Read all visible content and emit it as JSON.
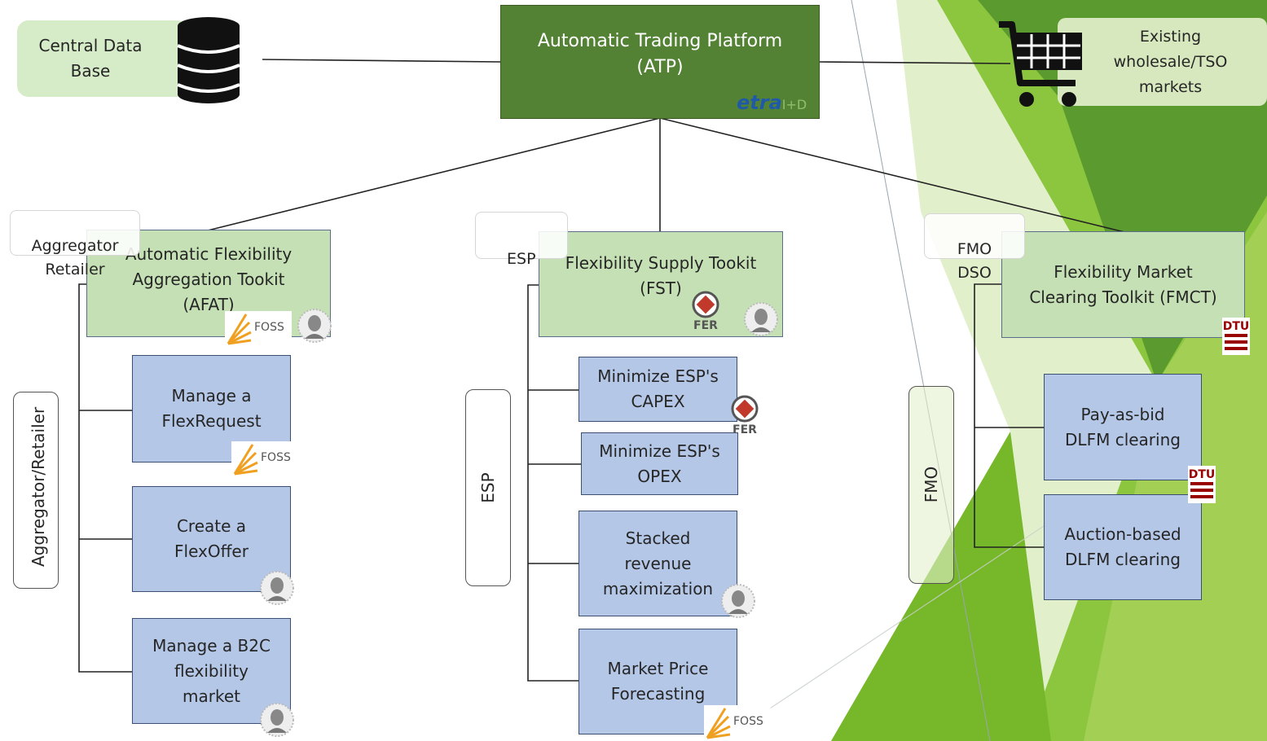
{
  "colors": {
    "root_fill": "#548235",
    "toolkit_fill": "#c5e0b4",
    "task_fill": "#b4c7e7",
    "accent_green": "#76b82a"
  },
  "root": {
    "label": "Automatic Trading Platform\n(ATP)",
    "logo": "etra"
  },
  "central_db": {
    "label": "Central Data\nBase",
    "icon": "database-icon"
  },
  "markets": {
    "label": "Existing\nwholesale/TSO\nmarkets",
    "icon": "shopping-cart-icon"
  },
  "etra_logo": {
    "main": "etra",
    "suffix": "I+D"
  },
  "columns": [
    {
      "role_tag": "Aggregator\nRetailer",
      "side_label": "Aggregator/Retailer",
      "toolkit": "Automatic Flexibility\nAggregation Tookit\n(AFAT)",
      "tasks": [
        "Manage a\nFlexRequest",
        "Create a\nFlexOffer",
        "Manage a B2C\nflexibility\nmarket"
      ]
    },
    {
      "role_tag": "ESP",
      "side_label": "ESP",
      "toolkit": "Flexibility Supply Tookit\n(FST)",
      "tasks": [
        "Minimize ESP's\nCAPEX",
        "Minimize ESP's\nOPEX",
        "Stacked\nrevenue\nmaximization",
        "Market Price\nForecasting"
      ]
    },
    {
      "role_tag": "FMO\nDSO",
      "side_label": "FMO",
      "toolkit": "Flexibility Market\nClearing Toolkit (FMCT)",
      "tasks": [
        "Pay-as-bid\nDLFM clearing",
        "Auction-based\nDLFM clearing"
      ]
    }
  ],
  "logos": {
    "foss": "FOSS",
    "fer": "FER",
    "dtu": "DTU"
  }
}
